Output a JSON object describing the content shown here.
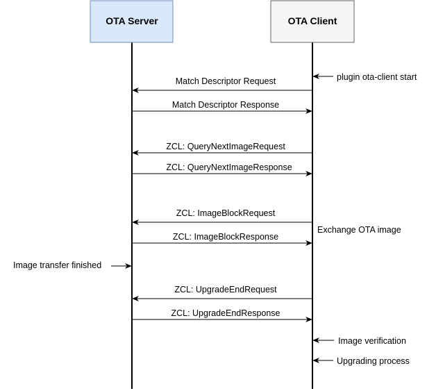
{
  "diagram": {
    "participants": [
      {
        "id": "server",
        "label": "OTA Server",
        "fill": "#dae8fc",
        "stroke": "#6c8ebf"
      },
      {
        "id": "client",
        "label": "OTA Client",
        "fill": "#f5f5f5",
        "stroke": "#666666"
      }
    ],
    "messages": [
      {
        "label": "Match Descriptor Request",
        "from": "client",
        "to": "server"
      },
      {
        "label": "Match Descriptor Response",
        "from": "server",
        "to": "client"
      },
      {
        "label": "ZCL: QueryNextImageRequest",
        "from": "client",
        "to": "server"
      },
      {
        "label": "ZCL: QueryNextImageResponse",
        "from": "server",
        "to": "client"
      },
      {
        "label": "ZCL: ImageBlockRequest",
        "from": "client",
        "to": "server"
      },
      {
        "label": "ZCL: ImageBlockResponse",
        "from": "server",
        "to": "client"
      },
      {
        "label": "ZCL: UpgradeEndRequest",
        "from": "client",
        "to": "server"
      },
      {
        "label": "ZCL: UpgradeEndResponse",
        "from": "server",
        "to": "client"
      }
    ],
    "notes": [
      {
        "label": "plugin ota-client start",
        "target": "client",
        "side": "right"
      },
      {
        "label": "Exchange OTA image",
        "target": "client",
        "side": "right"
      },
      {
        "label": "Image transfer finished",
        "target": "server",
        "side": "left"
      },
      {
        "label": "Image verification",
        "target": "client",
        "side": "right"
      },
      {
        "label": "Upgrading process",
        "target": "client",
        "side": "right"
      }
    ]
  }
}
